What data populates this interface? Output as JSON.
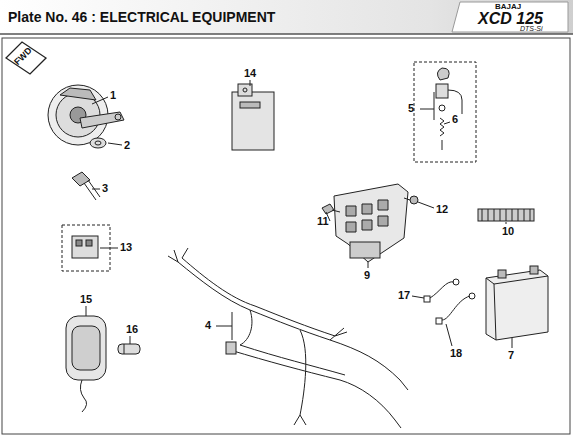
{
  "diagram": {
    "title": "Plate No. 46 : ELECTRICAL EQUIPMENT",
    "labels": [
      "BAJAJ",
      "XCD 125",
      "DTS-Si",
      "FWD",
      "1",
      "2",
      "3",
      "14",
      "5",
      "6",
      "10",
      "11",
      "12",
      "9",
      "13",
      "15",
      "16",
      "4",
      "17",
      "18",
      "7"
    ]
  }
}
